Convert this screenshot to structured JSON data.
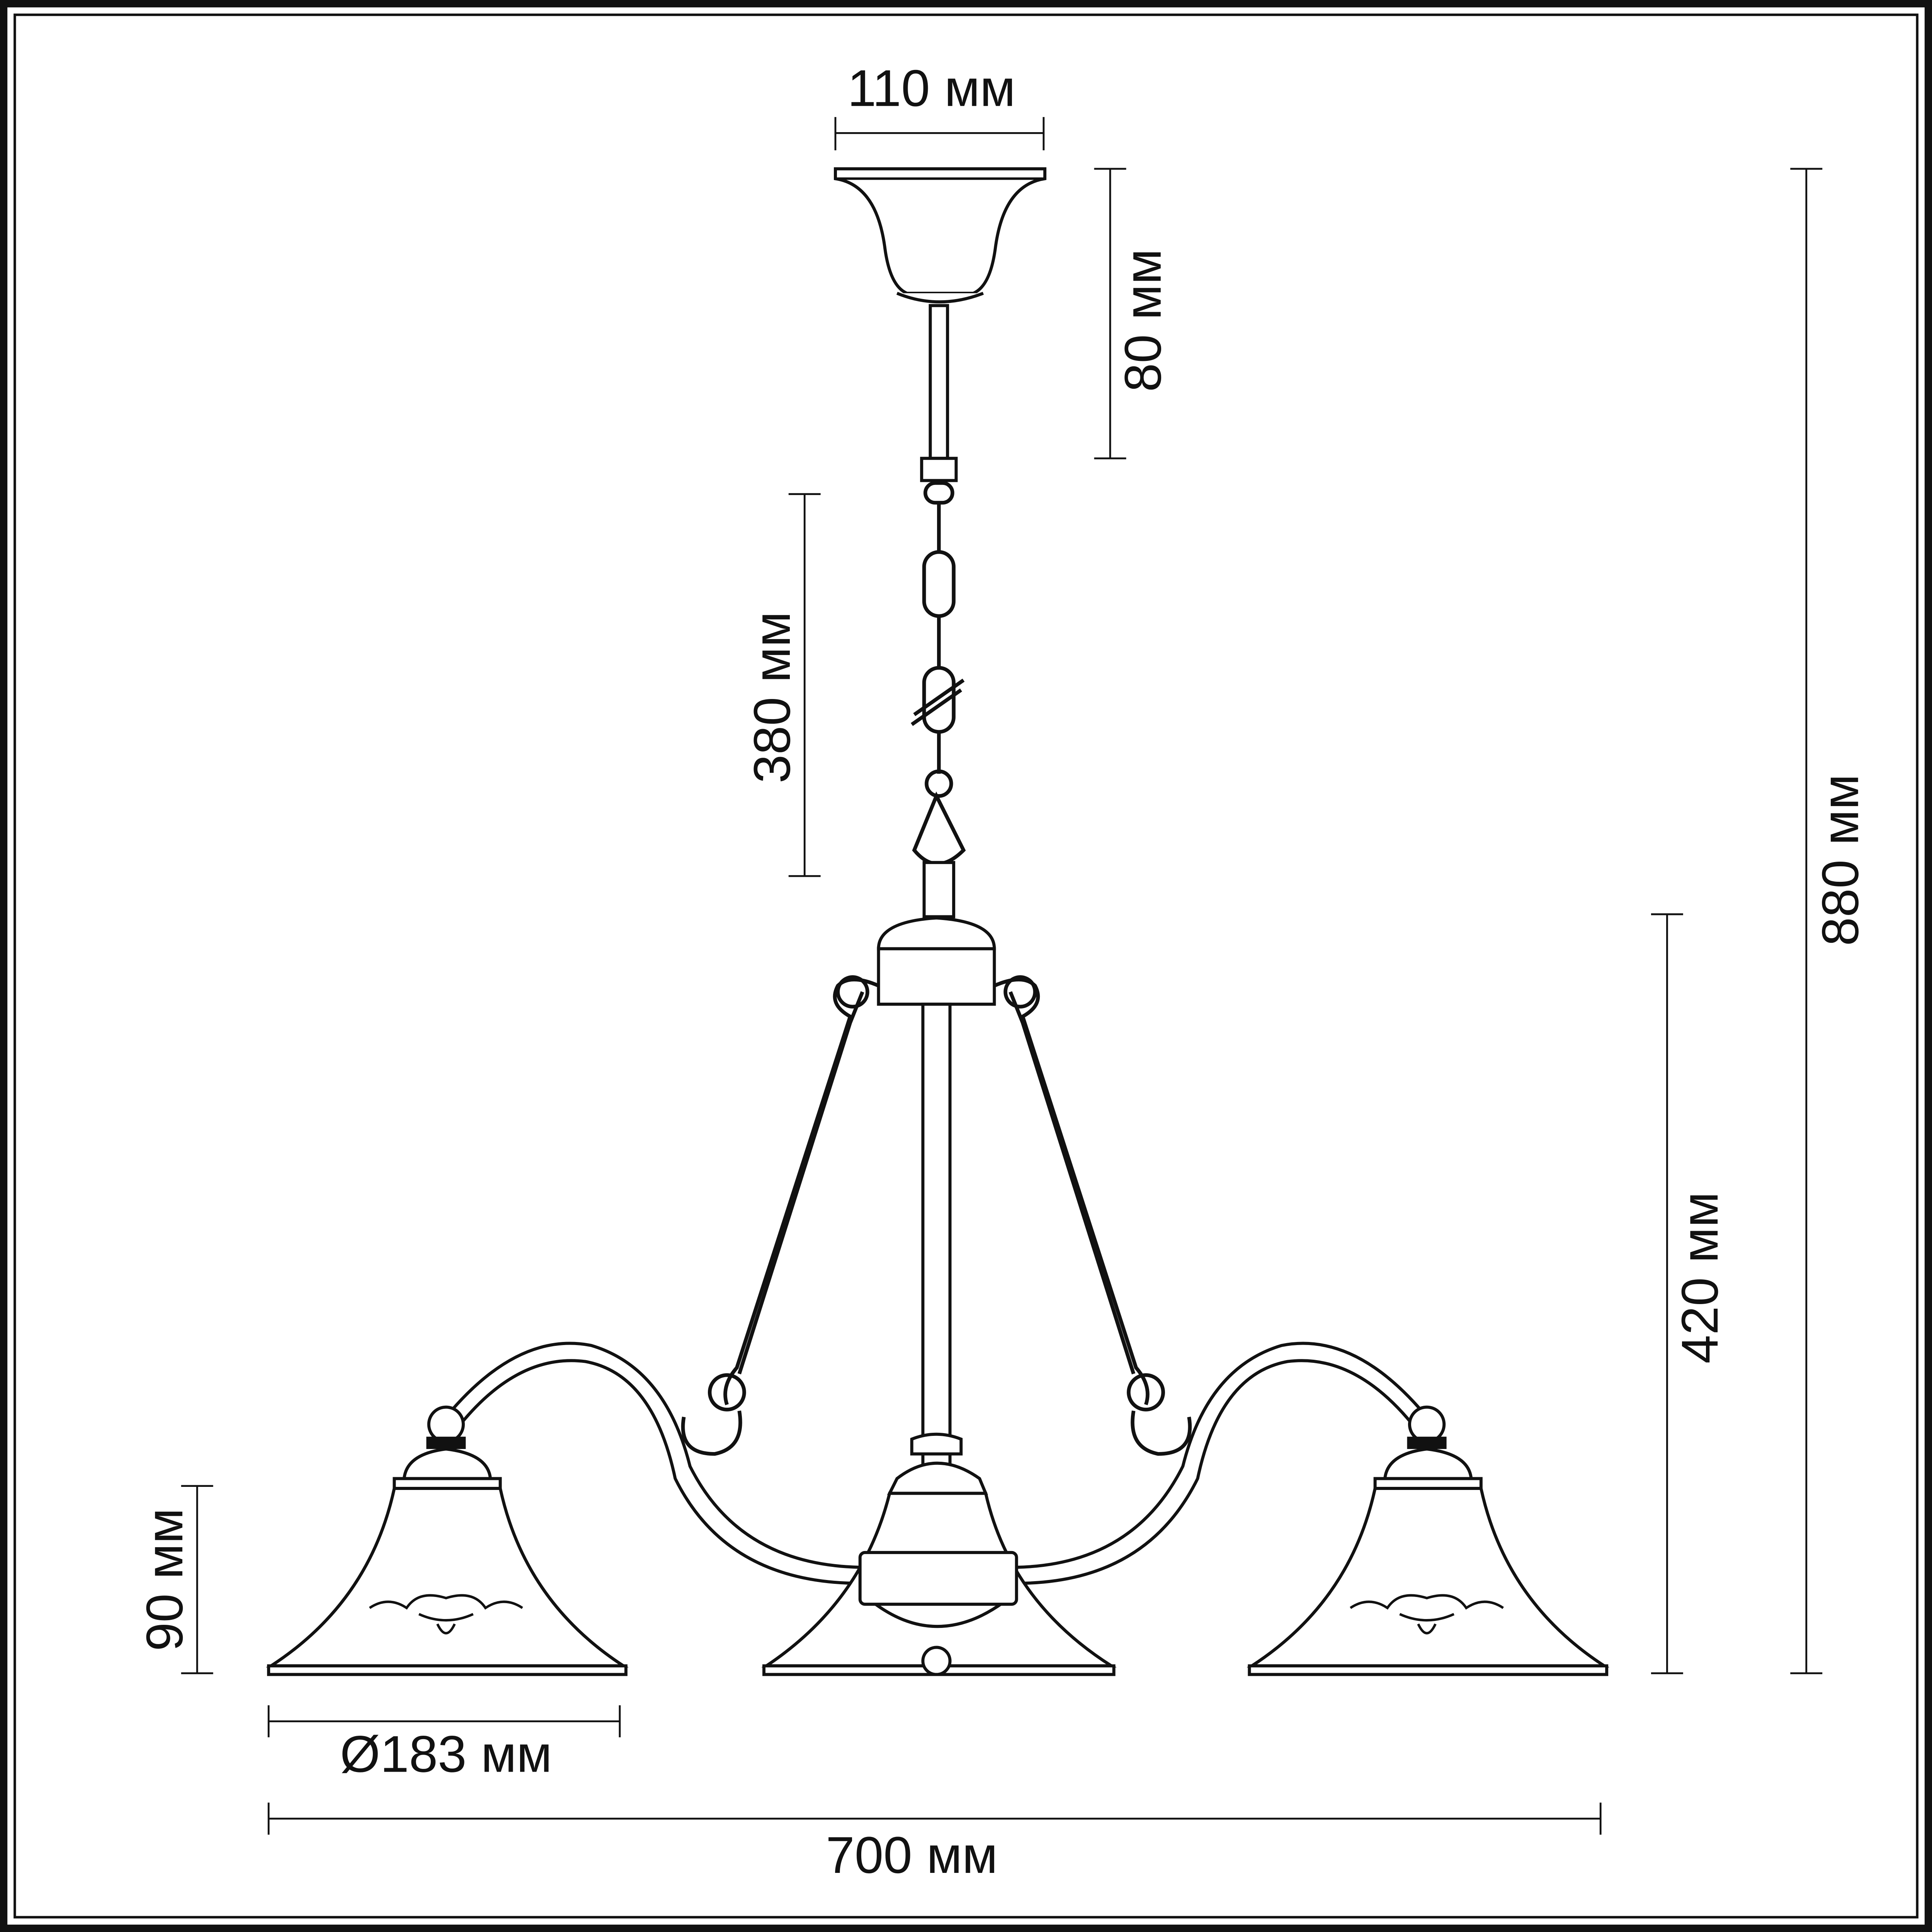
{
  "dimensions": {
    "canopy_width": "110 мм",
    "canopy_height": "80 мм",
    "chain_length": "380 мм",
    "total_height": "880 мм",
    "body_height": "420 мм",
    "shade_height": "90 мм",
    "shade_diameter": "Ø183 мм",
    "total_width": "700 мм"
  }
}
